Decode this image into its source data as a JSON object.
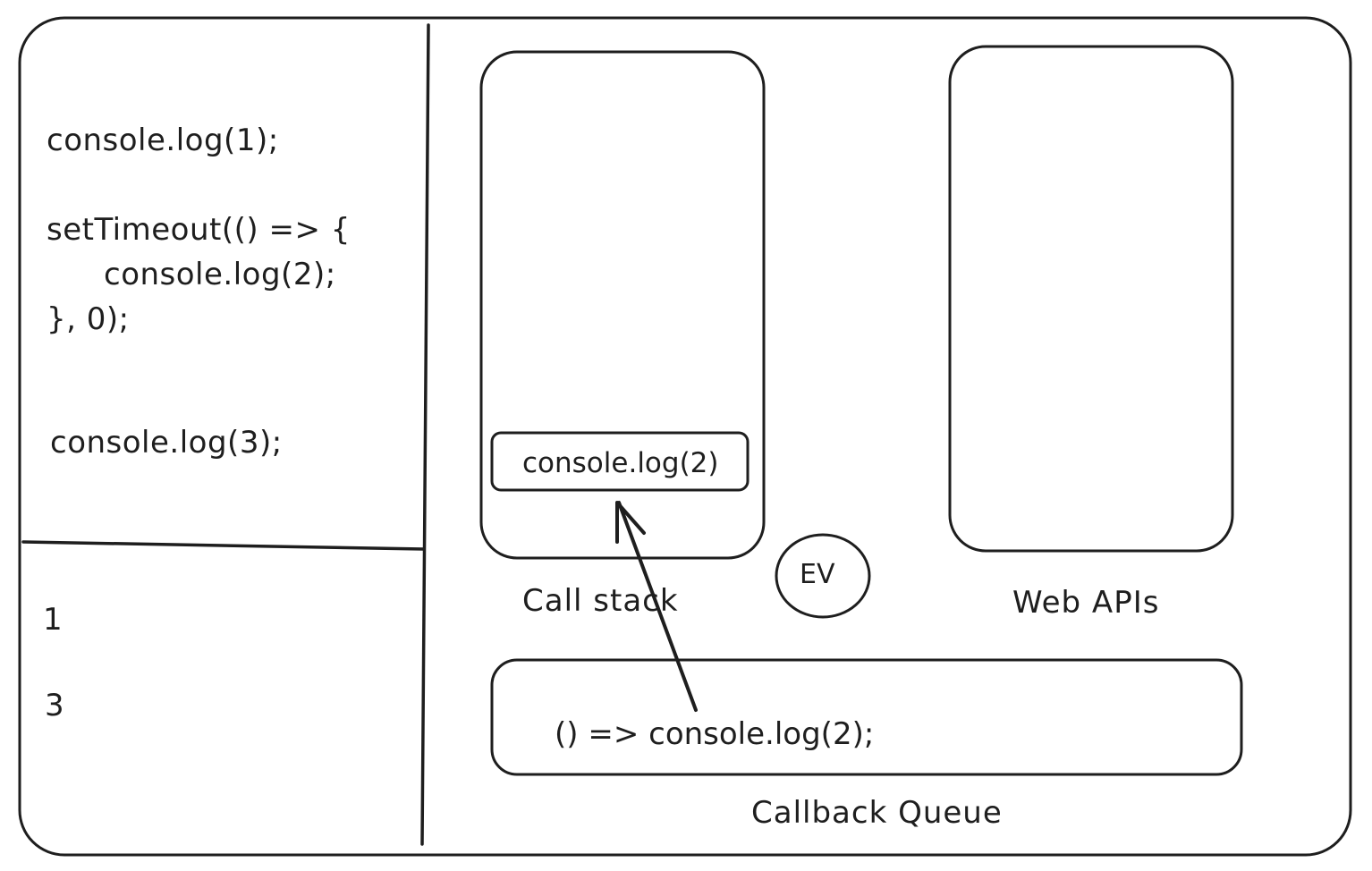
{
  "code": {
    "line1": "console.log(1);",
    "line2": "setTimeout(() => {",
    "line3": "console.log(2);",
    "line4": "}, 0);",
    "line5": "console.log(3);"
  },
  "console_output": [
    "1",
    "3"
  ],
  "call_stack": {
    "label": "Call stack",
    "frames": [
      "console.log(2)"
    ]
  },
  "web_apis": {
    "label": "Web APIs"
  },
  "event_loop": {
    "label": "EV"
  },
  "callback_queue": {
    "label": "Callback Queue",
    "items": [
      "() => console.log(2);"
    ]
  },
  "colors": {
    "stroke": "#1e1e1e",
    "background": "#ffffff"
  }
}
